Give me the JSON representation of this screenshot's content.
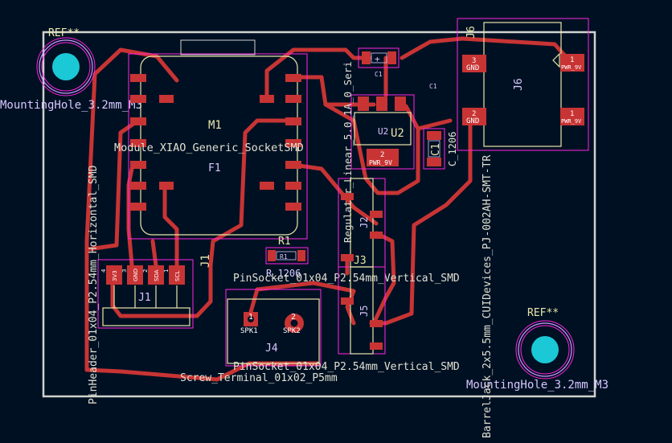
{
  "colors": {
    "background": "#001023",
    "copper": "#c83434",
    "silkscreen": "#f2eda1",
    "edge_cuts": "#d0d2cd",
    "courtyard": "#ff26e2",
    "fab": "#afafaf",
    "via_ring": "#cc99ff",
    "drill": "#1bc8d6"
  },
  "footprints": {
    "mh_left": {
      "ref": "REF**",
      "value": "MountingHole_3.2mm_M3"
    },
    "mh_right": {
      "ref": "REF**",
      "value": "MountingHole_3.2mm_M3"
    },
    "m1": {
      "ref": "M1",
      "value": "Module_XIAO_Generic_SocketSMD",
      "fab_label": "F1"
    },
    "j1": {
      "ref": "J1",
      "value": "PinHeader_01x04_P2.54mm_Horizontal_SMD",
      "pins": [
        "3V3",
        "GND",
        "SDA",
        "SCL"
      ],
      "numbers": [
        "4",
        "3",
        "2",
        "1"
      ]
    },
    "r1": {
      "ref": "R1",
      "value": "R_1206",
      "pad_label": "R1"
    },
    "j4": {
      "ref": "J4",
      "value": "Screw_Terminal_01x02_P5mm",
      "pins": [
        "SPK1",
        "SPK2"
      ],
      "numbers": [
        "1",
        "2"
      ]
    },
    "u2": {
      "ref": "U2",
      "value": "Regulator_Linear_5.0_1A_0_Seri",
      "fab_label": "U2",
      "pins": [
        "PWR_9V"
      ],
      "numbers": [
        "2"
      ]
    },
    "c1": {
      "ref": "C1",
      "value": "C_1206",
      "fab_label": "C1",
      "top_ref": "C1"
    },
    "c2": {
      "ref": "C1",
      "fab_label": "C1"
    },
    "j2": {
      "ref": "J2",
      "value": "PinSocket_01x04_P2.54mm_Vertical_SMD"
    },
    "j3": {
      "ref": "J3"
    },
    "j5": {
      "ref": "J5",
      "value": "PinSocket_01x04_P2.54mm_Vertical_SMD"
    },
    "j6": {
      "ref": "J6",
      "value": "BarrelJack_2x5.5mm_CUIDevices_PJ-002AH-SMT-TR",
      "fab_label": "J6",
      "pins": [
        "GND",
        "PWR_9V",
        "GND",
        "PWR_9V"
      ],
      "numbers": [
        "3",
        "1",
        "2",
        "1"
      ]
    }
  }
}
